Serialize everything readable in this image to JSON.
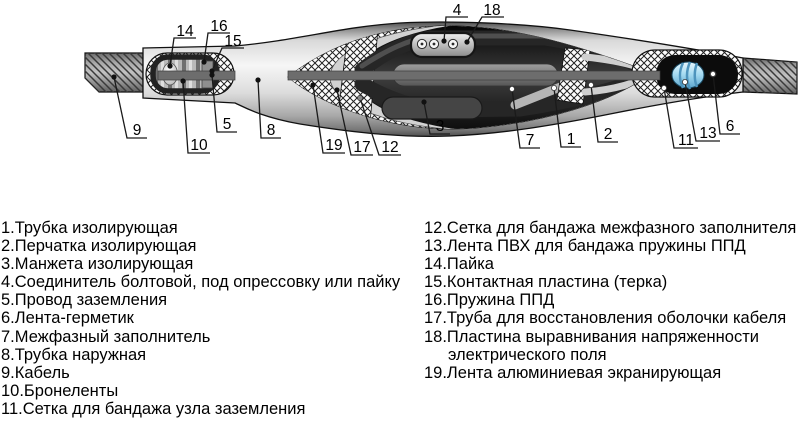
{
  "diagram": {
    "callouts": {
      "n1": "1",
      "n2": "2",
      "n3": "3",
      "n4": "4",
      "n5": "5",
      "n6": "6",
      "n7": "7",
      "n8": "8",
      "n9": "9",
      "n10": "10",
      "n11": "11",
      "n12": "12",
      "n13": "13",
      "n14": "14",
      "n15": "15",
      "n16": "16",
      "n17": "17",
      "n18": "18",
      "n19": "19"
    },
    "colors": {
      "body_metal": "#d9d9d9",
      "interior_black": "#1a1a1a",
      "mesh_white": "#fdfdfd",
      "spring_blue": "#a8dcf2",
      "cable_gray": "#a8a8a8"
    }
  },
  "legend": {
    "left": [
      "1.Трубка изолирующая",
      "2.Перчатка изолирующая",
      "3.Манжета изолирующая",
      "4.Соединитель болтовой, под опрессовку или пайку",
      "5.Провод заземления",
      "6.Лента-герметик",
      "7.Межфазный заполнитель",
      "8.Трубка наружная",
      "9.Кабель",
      "10.Бронеленты",
      "11.Сетка для бандажа узла заземления"
    ],
    "right": [
      "12.Сетка для бандажа межфазного заполнителя",
      "13.Лента ПВХ для бандажа пружины ППД",
      "14.Пайка",
      "15.Контактная пластина (терка)",
      "16.Пружина ППД",
      "17.Труба для восстановления оболочки кабеля",
      "18.Пластина выравнивания напряженности электрического поля",
      "19.Лента алюминиевая экранирующая"
    ]
  }
}
